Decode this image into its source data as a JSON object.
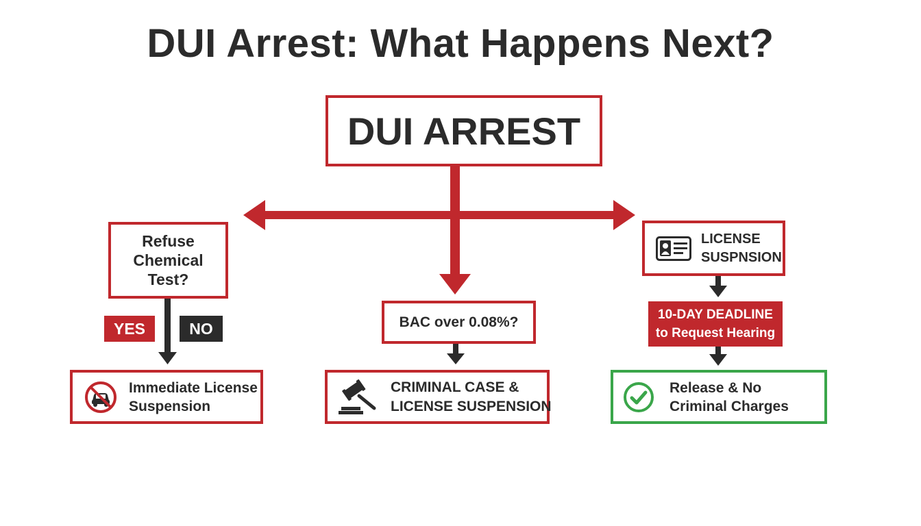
{
  "title": "DUI Arrest: What Happens Next?",
  "nodes": {
    "arrest": "DUI ARREST",
    "refuse_test": {
      "line1": "Refuse",
      "line2": "Chemical",
      "line3": "Test?"
    },
    "yes_label": "YES",
    "no_label": "NO",
    "immediate_suspension": {
      "line1": "Immediate License",
      "line2": "Suspension"
    },
    "bac": "BAC over 0.08%?",
    "criminal_case": {
      "line1": "CRIMINAL CASE &",
      "line2": "LICENSE SUSPENSION"
    },
    "license_suspension": {
      "line1": "LICENSE",
      "line2": "SUSPNSION"
    },
    "deadline": {
      "line1": "10-DAY DEADLINE",
      "line2": "to Request Hearing"
    },
    "release": {
      "line1": "Release & No",
      "line2": "Criminal Charges"
    }
  },
  "icons": {
    "no_car": "no-driving-icon",
    "gavel": "gavel-icon",
    "license_card": "id-card-icon",
    "check": "checkmark-icon"
  },
  "colors": {
    "red": "#c0282d",
    "dark": "#2b2b2b",
    "green": "#3aa64a"
  }
}
